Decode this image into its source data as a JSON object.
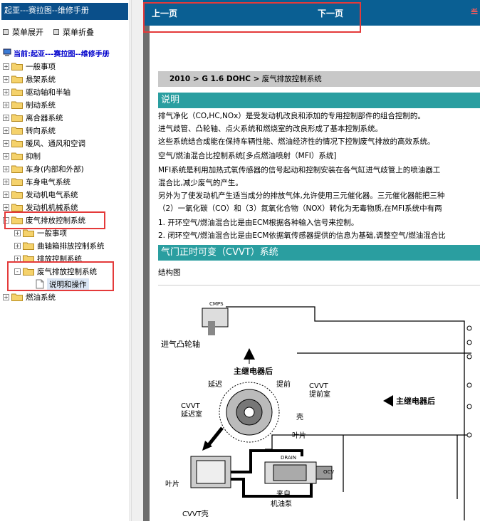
{
  "sidebar": {
    "title": "起亚---赛拉图--维修手册",
    "expand_label": "菜单展开",
    "collapse_label": "菜单折叠",
    "current": "当前:起亚---赛拉图--维修手册",
    "tree": [
      {
        "label": "一般事项",
        "level": 0,
        "pm": "+"
      },
      {
        "label": "悬架系统",
        "level": 0,
        "pm": "+"
      },
      {
        "label": "驱动轴和半轴",
        "level": 0,
        "pm": "+"
      },
      {
        "label": "制动系统",
        "level": 0,
        "pm": "+"
      },
      {
        "label": "离合器系统",
        "level": 0,
        "pm": "+"
      },
      {
        "label": "转向系统",
        "level": 0,
        "pm": "+"
      },
      {
        "label": "暖风、通风和空调",
        "level": 0,
        "pm": "+"
      },
      {
        "label": "抑制",
        "level": 0,
        "pm": "+"
      },
      {
        "label": "车身(内部和外部)",
        "level": 0,
        "pm": "+"
      },
      {
        "label": "车身电气系统",
        "level": 0,
        "pm": "+"
      },
      {
        "label": "发动机电气系统",
        "level": 0,
        "pm": "+"
      },
      {
        "label": "发动机机械系统",
        "level": 0,
        "pm": "+"
      },
      {
        "label": "废气排放控制系统",
        "level": 0,
        "pm": "-"
      },
      {
        "label": "一般事项",
        "level": 1,
        "pm": "+"
      },
      {
        "label": "曲轴箱排放控制系统",
        "level": 1,
        "pm": "+"
      },
      {
        "label": "排放控制系统",
        "level": 1,
        "pm": "+"
      },
      {
        "label": "废气排放控制系统",
        "level": 1,
        "pm": "-"
      },
      {
        "label": "说明和操作",
        "level": 2,
        "pm": ""
      },
      {
        "label": "燃油系统",
        "level": 0,
        "pm": "+"
      }
    ]
  },
  "topbar": {
    "prev_label": "上一页",
    "next_label": "下一页",
    "glyph": "≝"
  },
  "content": {
    "crumb_bold": "2010 > G 1.6 DOHC >",
    "crumb_rest": " 废气排放控制系统",
    "section1": "说明",
    "lines1": [
      "排气净化（CO,HC,NOx）是受发动机改良和添加的专用控制部件的组合控制的。",
      "进气歧管、凸轮轴、点火系统和燃烧室的改良形成了基本控制系统。",
      "这些系统结合成能在保持车辆性能、燃油经济性的情况下控制废气排放的高效系统。",
      "空气/燃油混合比控制系统[多点燃油喷射（MFI）系统]",
      "MFI系统是利用加热式氧传感器的信号起动和控制安装在各气缸进气歧管上的喷油器工",
      "混合比,减少废气的产生。",
      "另外为了使发动机产生适当成分的排放气体,允许使用三元催化器。三元催化器能把三种",
      "（2）一氧化碳（CO）和（3）氮氧化合物（NOX）转化为无毒物质,在MFI系统中有两",
      "1. 开环空气/燃油混合比是由ECM根据各种输入信号来控制。",
      "2. 闭环空气/燃油混合比是由ECM依据氧传感器提供的信息为基础,调整空气/燃油混合比"
    ],
    "section2": "气门正时可变（CVVT）系统",
    "struct_label": "结构图"
  },
  "diagram": {
    "cmps": "CMPS",
    "intake_cam": "进气凸轮轴",
    "main_relay_1": "主继电器后",
    "main_relay_2": "主继电器后",
    "delay": "延迟",
    "advance": "提前",
    "cvvt_adv_1": "CVVT",
    "cvvt_adv_2": "提前室",
    "cvvt_ret_1": "CVVT",
    "cvvt_ret_2": "延迟室",
    "shell": "壳",
    "vane_1": "叶片",
    "vane_2": "叶片",
    "drain": "DRAIN",
    "ocv": "OCV",
    "from_1": "来自",
    "from_2": "机油泵",
    "cvvt_shell": "CVVT壳"
  }
}
